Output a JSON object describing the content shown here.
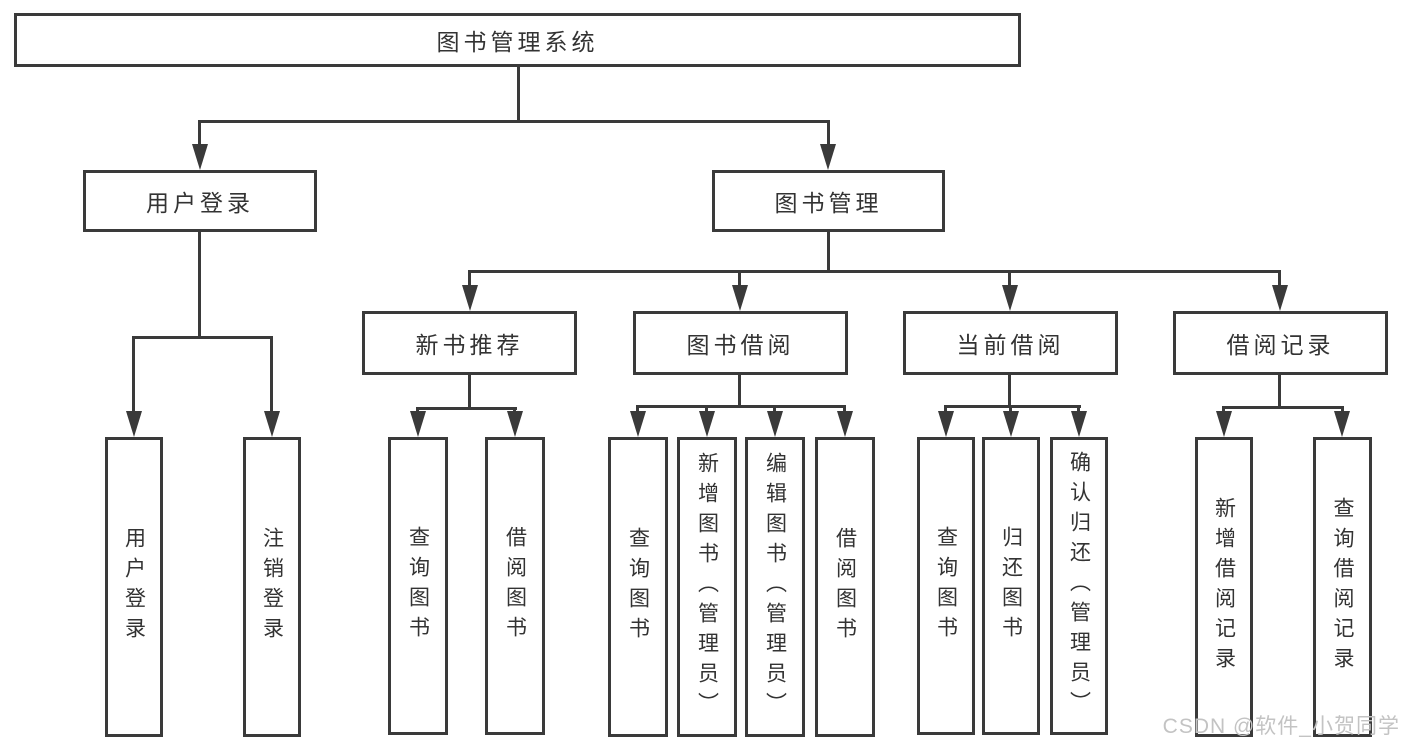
{
  "colors": {
    "background": "#ffffff",
    "line": "#3a3a3a",
    "text": "#333333",
    "watermark": "#c3c3c3"
  },
  "watermark": {
    "text": "CSDN @软件_小贺同学"
  },
  "diagram": {
    "type": "hierarchy-tree",
    "root": {
      "label": "图书管理系统",
      "children": [
        {
          "label": "用户登录",
          "children": [
            {
              "label": "用户登录"
            },
            {
              "label": "注销登录"
            }
          ]
        },
        {
          "label": "图书管理",
          "children": [
            {
              "label": "新书推荐",
              "children": [
                {
                  "label": "查询图书"
                },
                {
                  "label": "借阅图书"
                }
              ]
            },
            {
              "label": "图书借阅",
              "children": [
                {
                  "label": "查询图书"
                },
                {
                  "label": "新增图书（管理员）"
                },
                {
                  "label": "编辑图书（管理员）"
                },
                {
                  "label": "借阅图书"
                }
              ]
            },
            {
              "label": "当前借阅",
              "children": [
                {
                  "label": "查询图书"
                },
                {
                  "label": "归还图书"
                },
                {
                  "label": "确认归还（管理员）"
                }
              ]
            },
            {
              "label": "借阅记录",
              "children": [
                {
                  "label": "新增借阅记录"
                },
                {
                  "label": "查询借阅记录"
                }
              ]
            }
          ]
        }
      ]
    }
  }
}
